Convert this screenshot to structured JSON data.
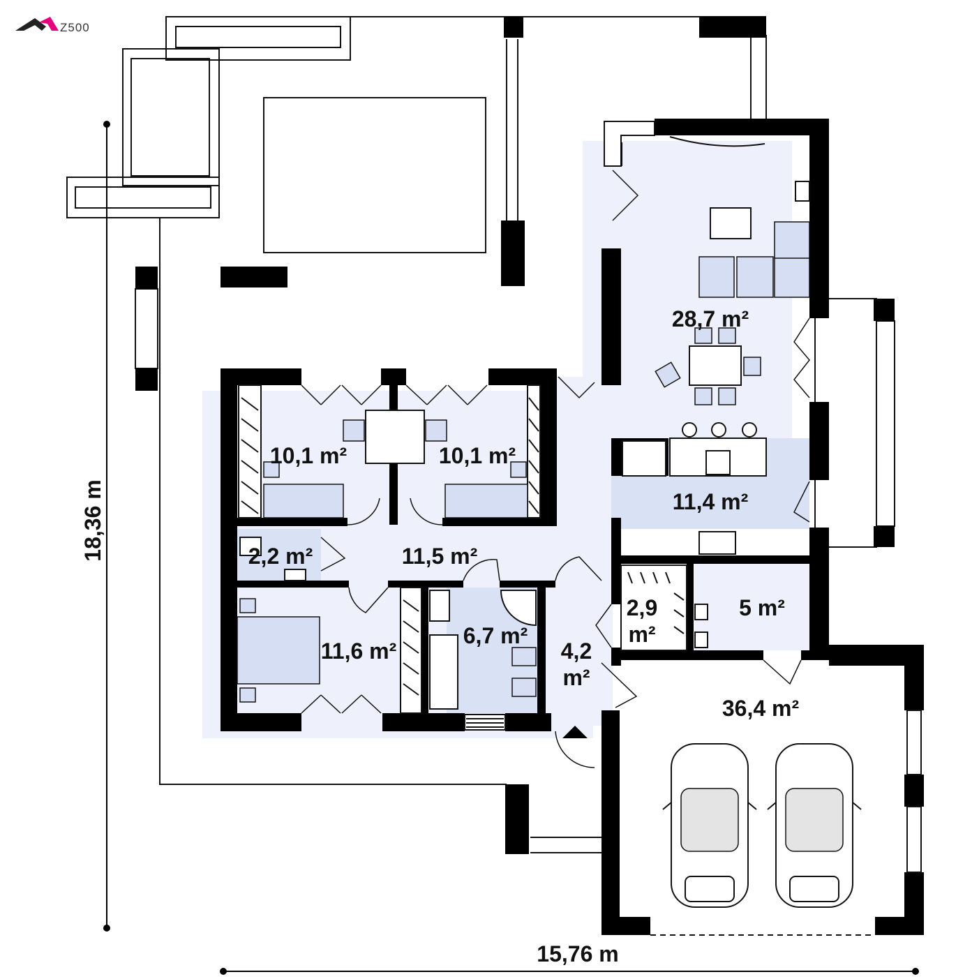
{
  "logo": {
    "text": "Z500",
    "accent_color": "#e6007e"
  },
  "dimensions": {
    "height_label": "18,36 m",
    "width_label": "15,76 m"
  },
  "rooms": [
    {
      "id": "living-dining",
      "area": "28,7 m²"
    },
    {
      "id": "kitchen",
      "area": "11,4 m²"
    },
    {
      "id": "bedroom-left",
      "area": "10,1 m²"
    },
    {
      "id": "bedroom-right",
      "area": "10,1 m²"
    },
    {
      "id": "hall",
      "area": "11,5 m²"
    },
    {
      "id": "wc",
      "area": "2,2 m²"
    },
    {
      "id": "master-bedroom",
      "area": "11,6 m²"
    },
    {
      "id": "bathroom",
      "area": "6,7 m²"
    },
    {
      "id": "vestibule",
      "area_number": "4,2",
      "area_unit": "m²"
    },
    {
      "id": "wardrobe",
      "area_number": "2,9",
      "area_unit": "m²"
    },
    {
      "id": "utility",
      "area": "5 m²"
    },
    {
      "id": "garage",
      "area": "36,4 m²"
    }
  ],
  "colors": {
    "floor": "#eef1fb",
    "floor_accent": "#d9e1f5",
    "wall": "#000000",
    "furniture": "#d5def2"
  }
}
